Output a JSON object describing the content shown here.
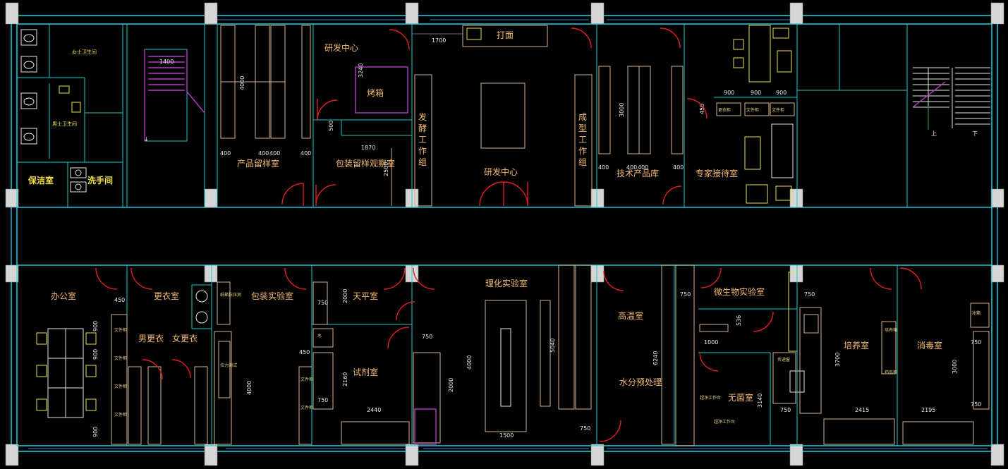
{
  "rooms": {
    "female_wc": "女士卫生间",
    "male_wc": "男士卫生间",
    "cleaning": "保洁室",
    "washroom": "洗手间",
    "sample_room": "产品留样室",
    "rd_center_top": "研发中心",
    "oven": "烤箱",
    "pack_sample": "包装留样观察室",
    "ferment": "发酵工作组",
    "rd_center": "研发中心",
    "bread_face": "打面",
    "forming": "成型工作组",
    "tech_store": "技术产品库",
    "expert_room": "专家接待室",
    "office": "办公室",
    "changing": "更衣室",
    "male_change": "男更衣",
    "female_change": "女更衣",
    "pack_lab": "包装实验室",
    "balance": "天平室",
    "reagent": "试剂室",
    "chem_lab": "理化实验室",
    "high_temp": "高温室",
    "water_pre": "水分预处理",
    "micro_lab": "微生物实验室",
    "sterile": "无菌室",
    "culture": "培养室",
    "disinfect": "消毒室"
  },
  "labels": {
    "file_cabinet": "文件柜",
    "change_cabinet": "更衣柜",
    "tensile": "拉力测试",
    "paper_test": "纸箱抗压测",
    "water": "水",
    "pass_window": "传递窗",
    "ultra_bench": "超净工作台",
    "medicine_cab": "药品柜",
    "culture_box": "培养箱",
    "cooler": "冰箱"
  },
  "stairs": {
    "down_left": "上",
    "down_right": "下"
  },
  "dims": {
    "d1400": "1400",
    "d1700": "1700",
    "d4000": "4000",
    "d3240": "3240",
    "d500": "500",
    "d1870": "1870",
    "d2500": "2500",
    "d3000": "3000",
    "d400": "400",
    "d900": "900",
    "d450": "450",
    "d2000": "2000",
    "d750": "750",
    "d2160": "2160",
    "d2440": "2440",
    "d5040": "5040",
    "d1500": "1500",
    "d6240": "6240",
    "d536": "536",
    "d1000": "1000",
    "d3140": "3140",
    "d3700": "3700",
    "d2415": "2415",
    "d2195": "2195"
  },
  "colors": {
    "wall": "#19c8d2",
    "furniture": "#d9b38c",
    "door": "#e02020",
    "column": "#d6d6d6",
    "label": "#f2b86e"
  }
}
